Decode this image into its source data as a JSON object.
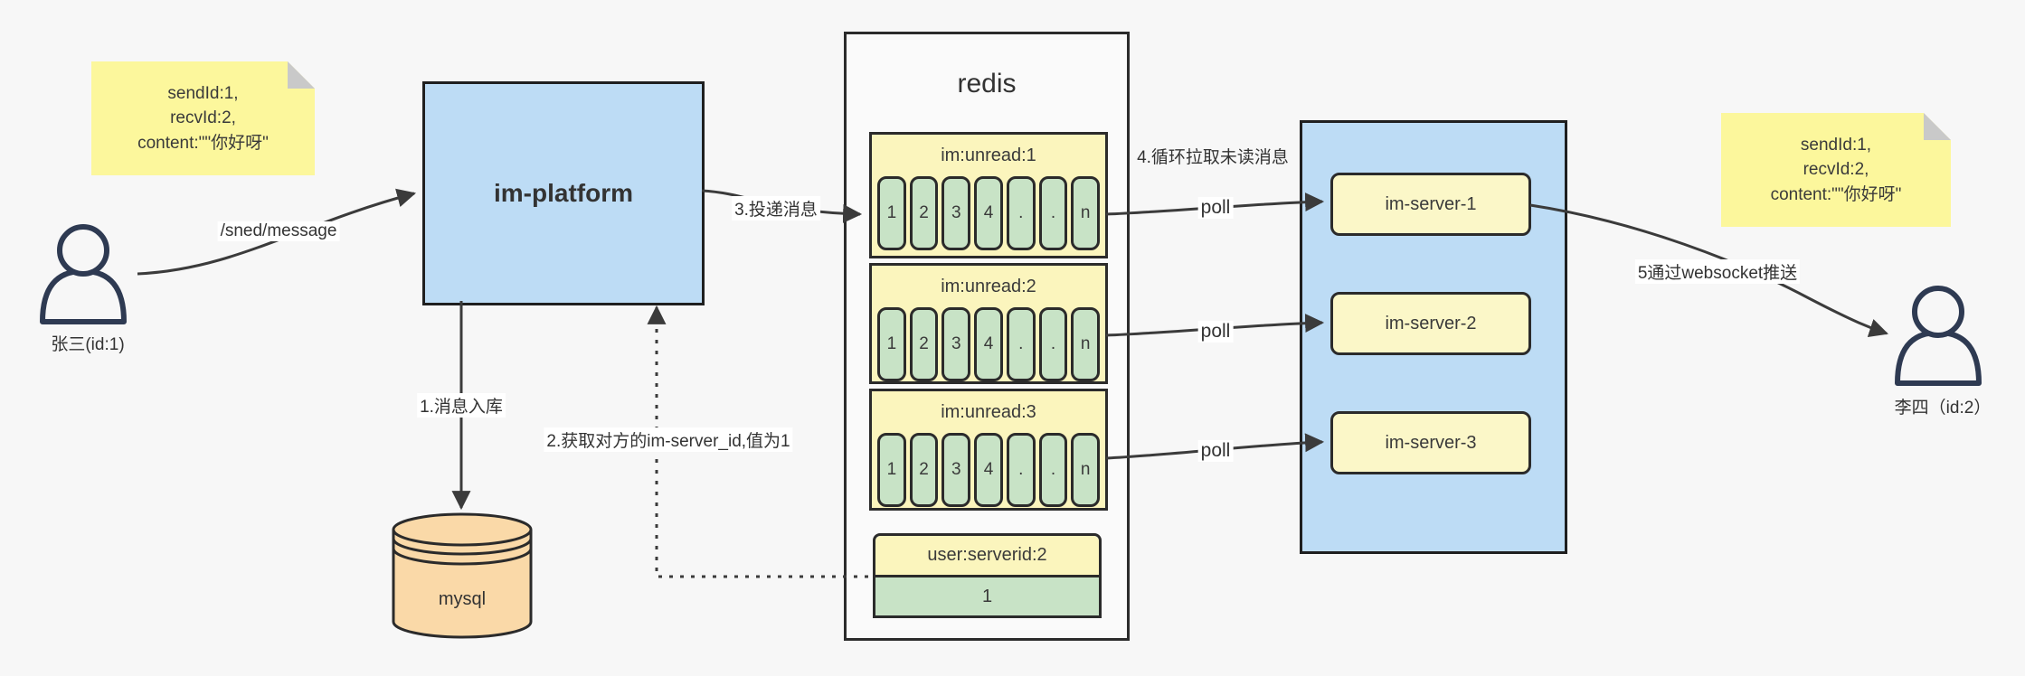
{
  "page": {
    "background": "#f7f7f7"
  },
  "sticky_left": {
    "line1": "sendId:1,",
    "line2": "recvId:2,",
    "line3": "content:\"\"你好呀\""
  },
  "sticky_right": {
    "line1": "sendId:1,",
    "line2": "recvId:2,",
    "line3": "content:\"\"你好呀\""
  },
  "actors": {
    "sender": "张三(id:1)",
    "receiver": "李四（id:2）"
  },
  "platform": {
    "label": "im-platform"
  },
  "database": {
    "label": "mysql"
  },
  "redis": {
    "title": "redis",
    "queues": [
      {
        "title": "im:unread:1",
        "cells": [
          "1",
          "2",
          "3",
          "4",
          ".",
          ".",
          "n"
        ]
      },
      {
        "title": "im:unread:2",
        "cells": [
          "1",
          "2",
          "3",
          "4",
          ".",
          ".",
          "n"
        ]
      },
      {
        "title": "im:unread:3",
        "cells": [
          "1",
          "2",
          "3",
          "4",
          ".",
          ".",
          "n"
        ]
      }
    ],
    "kv": {
      "key": "user:serverid:2",
      "value": "1"
    }
  },
  "cluster": {
    "servers": [
      {
        "label": "im-server-1"
      },
      {
        "label": "im-server-2"
      },
      {
        "label": "im-server-3"
      }
    ]
  },
  "labels": {
    "send_api": "/sned/message",
    "step1": "1.消息入库",
    "step2": "2.获取对方的im-server_id,值为1",
    "step3": "3.投递消息",
    "step4": "4.循环拉取未读消息",
    "poll": "poll",
    "step5": "5通过websocket推送"
  },
  "colors": {
    "platform_blue": "#bddcf5",
    "sticky_yellow": "#fcf79c",
    "queue_yellow": "#fbf5bd",
    "server_yellow": "#fbf7c8",
    "cell_green": "#c8e3c6",
    "mysql_orange": "#fad9a8",
    "node_border": "#2b2b2b",
    "arrow": "#3b3b3b",
    "person": "#2e3a52"
  }
}
